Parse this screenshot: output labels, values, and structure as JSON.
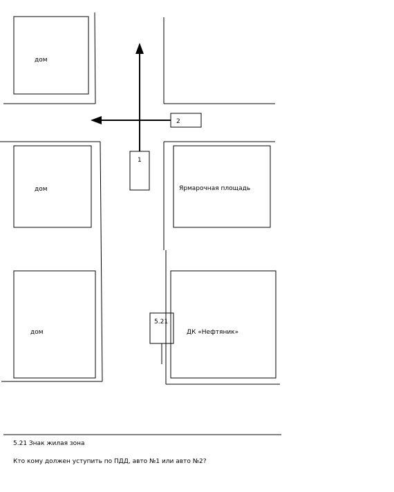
{
  "diagram": {
    "buildings": [
      {
        "label": "дом"
      },
      {
        "label": "дом"
      },
      {
        "label": "дом"
      },
      {
        "label": "Ярмарочная площадь"
      },
      {
        "label": "ДК «Нефтяник»"
      }
    ],
    "cars": [
      {
        "label": "1"
      },
      {
        "label": "2"
      }
    ],
    "sign": {
      "label": "5.21"
    }
  },
  "caption": {
    "legend": "5.21 Знак жилая зона",
    "question": "Кто кому должен уступить по ПДД, авто №1 или авто №2?"
  },
  "colors": {
    "stroke": "#000000",
    "background": "#ffffff"
  }
}
